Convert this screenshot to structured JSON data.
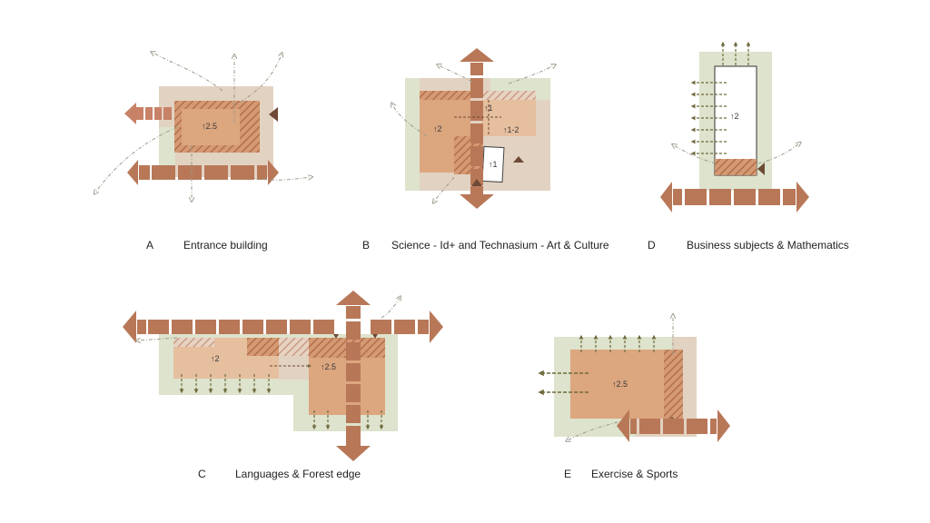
{
  "colors": {
    "green": "#dde3cc",
    "beige": "#e2d2c1",
    "orange": "#dca67f",
    "lightorange": "#e6bf9f",
    "brown": "#b87858",
    "darkbrown": "#6e4a36",
    "arrowgray": "#9c9c8c",
    "olive": "#6f6a3d",
    "salmon": "#c88268"
  },
  "diagrams": {
    "A": {
      "letter": "A",
      "title": "Entrance building",
      "height_label": "↑2.5"
    },
    "B": {
      "letter": "B",
      "title": "Science - Id+ and Technasium - Art & Culture",
      "label_left": "↑2",
      "label_mid": "↑1",
      "label_right": "↑1-2",
      "label_box": "↑1"
    },
    "D": {
      "letter": "D",
      "title": "Business subjects & Mathematics",
      "height_label": "↑2"
    },
    "C": {
      "letter": "C",
      "title": "Languages & Forest edge",
      "label_left": "↑2",
      "label_right": "↑2.5"
    },
    "E": {
      "letter": "E",
      "title": "Exercise & Sports",
      "height_label": "↑2.5"
    }
  }
}
